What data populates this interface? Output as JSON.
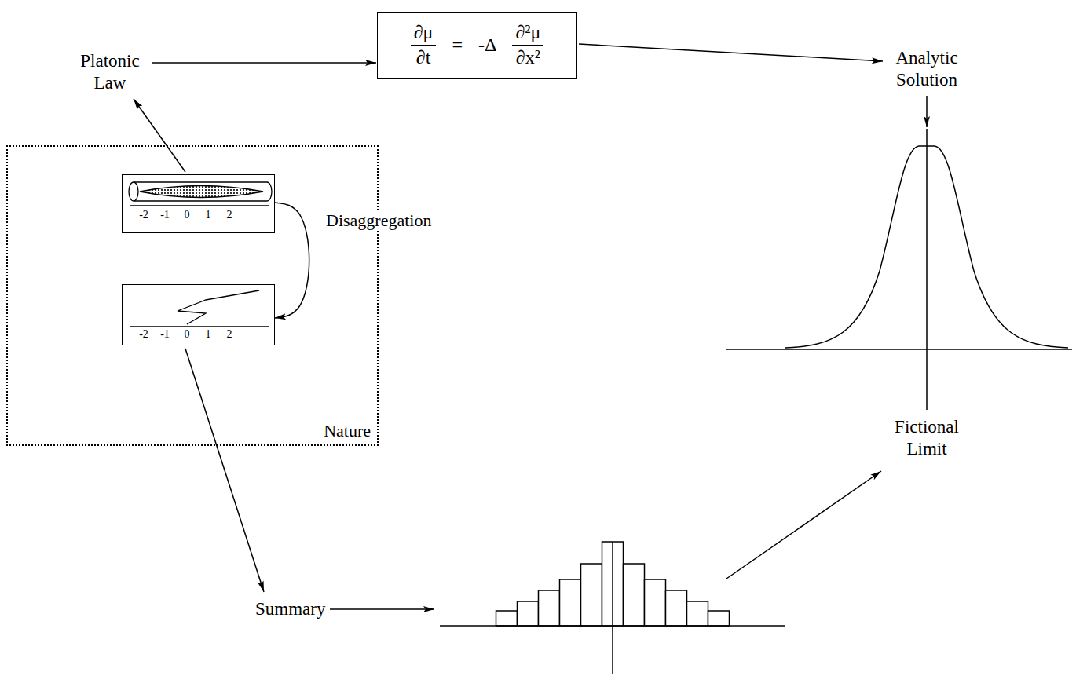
{
  "diagram": {
    "nodes": [
      {
        "text": [
          "∂μ",
          "∂t",
          "=",
          "-Δ",
          "∂²μ",
          "∂x²"
        ]
      },
      {
        "text": [
          "Nature"
        ]
      },
      {
        "text": [
          "-2",
          "-1",
          "0",
          "1",
          "2"
        ],
        "in": 1
      },
      {
        "text": [
          "-2",
          "-1",
          "0",
          "1",
          "2"
        ],
        "in": 1
      }
    ],
    "edges": [
      {
        "from": 2,
        "to": 3,
        "arrow": "to",
        "label": "Disaggregation"
      }
    ],
    "labels": [
      "Platonic Law",
      "Analytic Solution",
      "Fictional Limit",
      "Summary"
    ]
  }
}
